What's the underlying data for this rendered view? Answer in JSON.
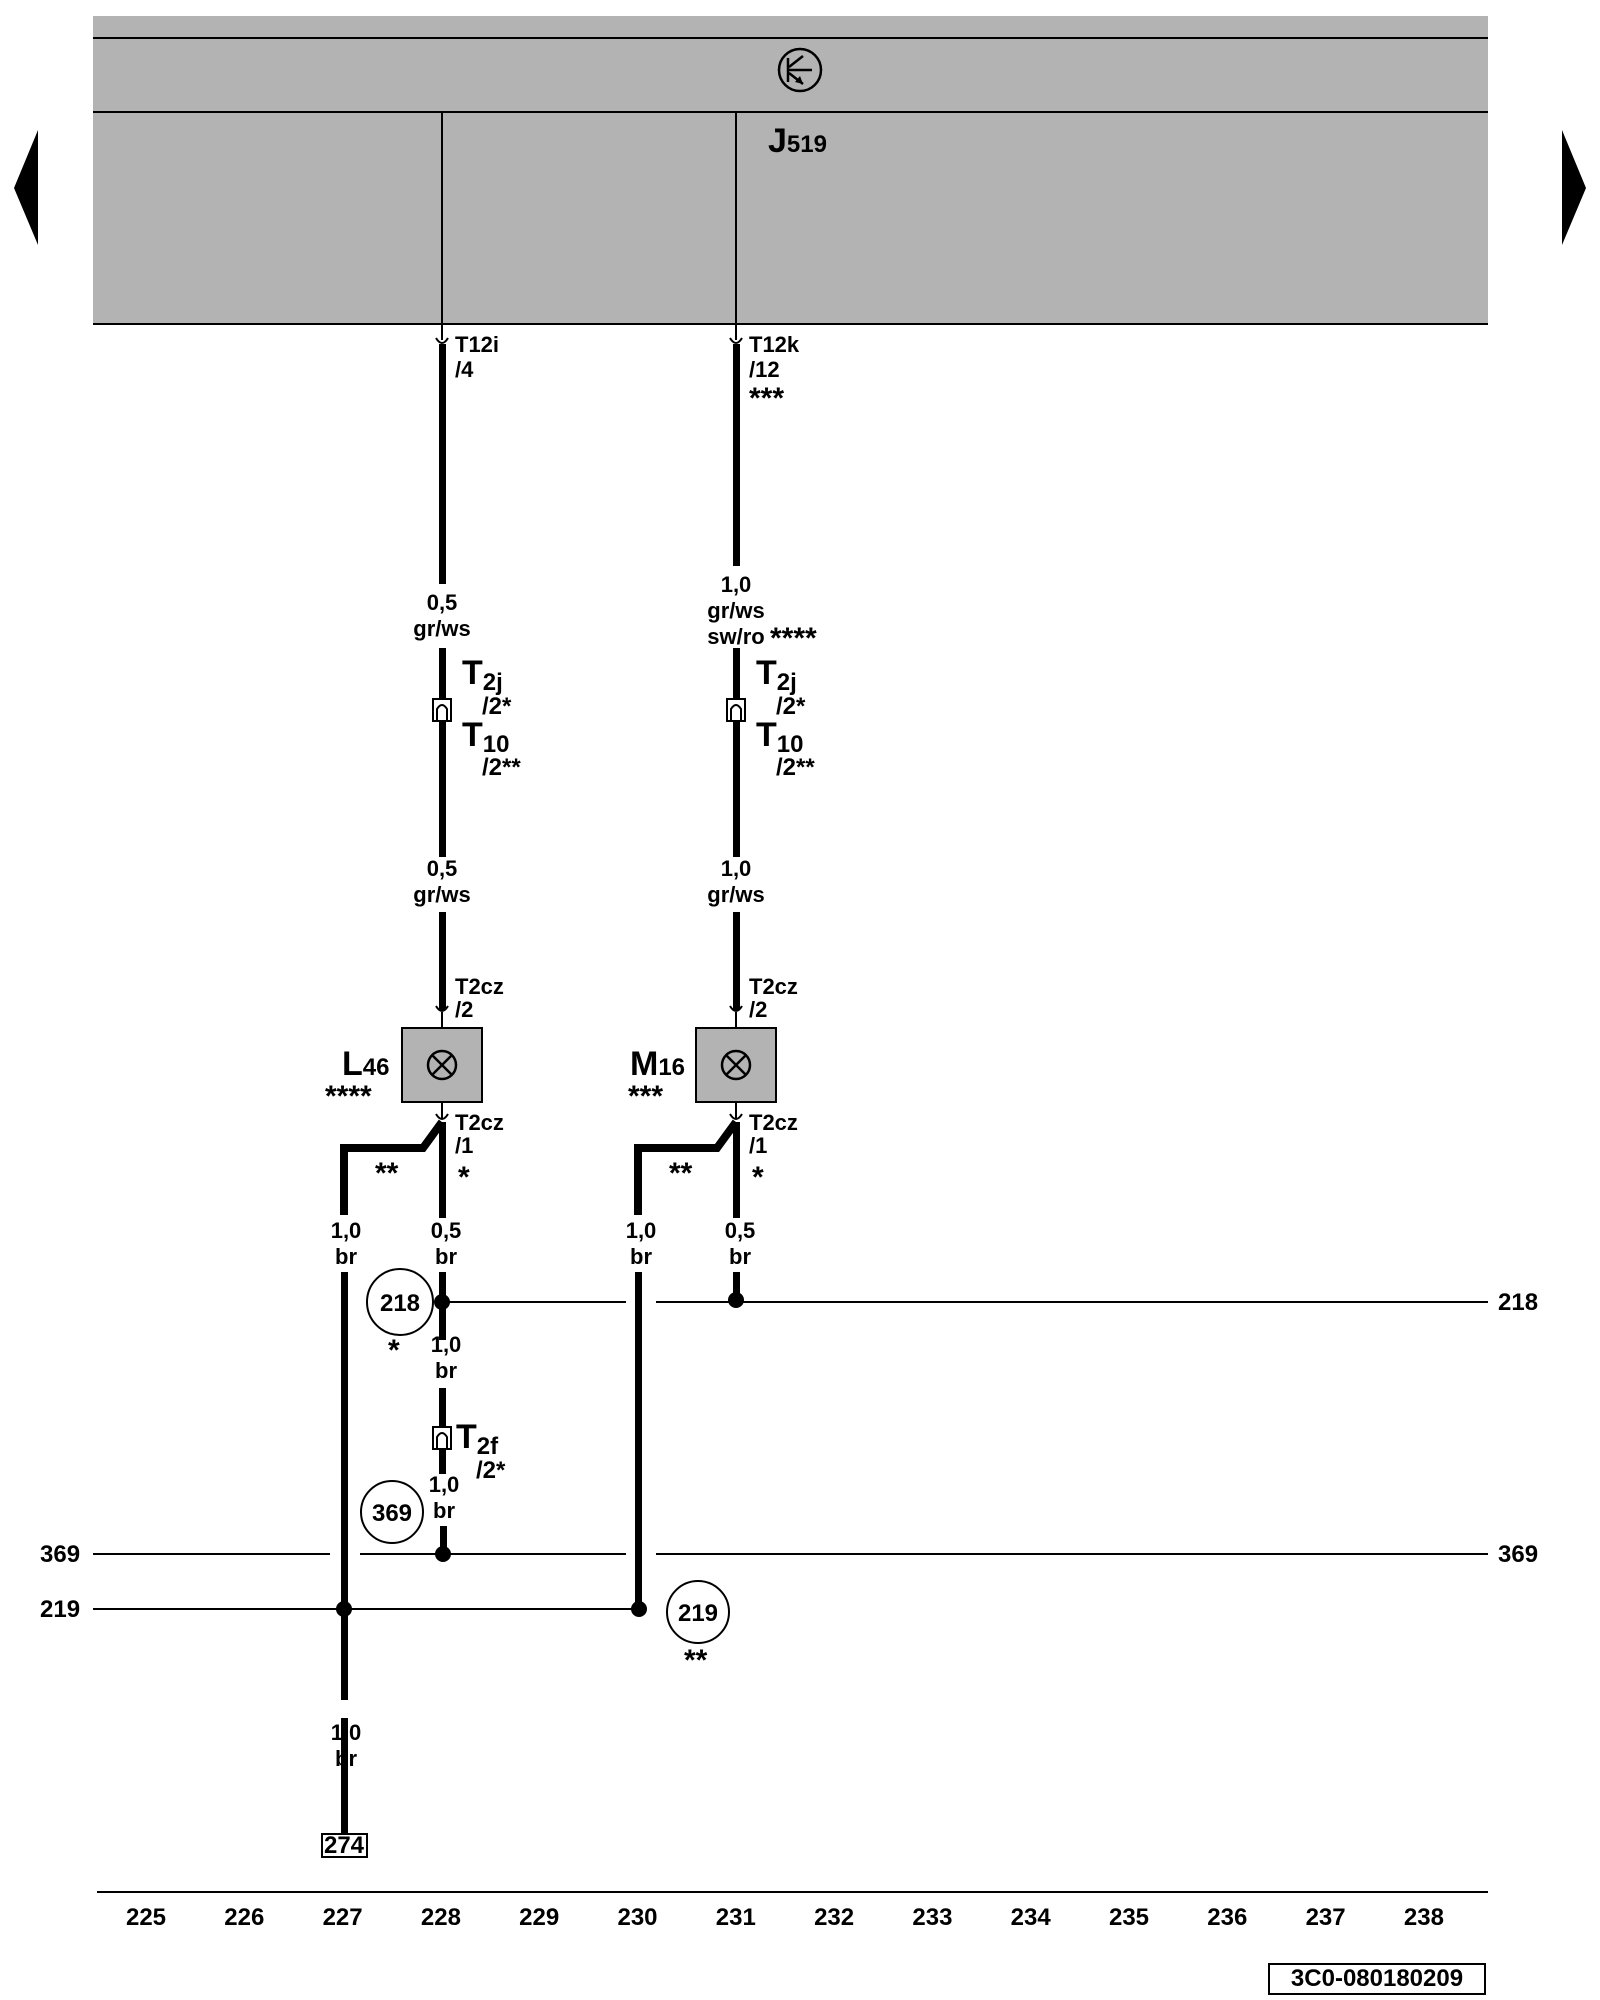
{
  "control_unit": {
    "name": "J",
    "subscript": "519"
  },
  "components": {
    "L46": {
      "name": "L",
      "subscript": "46",
      "stars": "****"
    },
    "M16": {
      "name": "M",
      "subscript": "16",
      "stars": "***"
    }
  },
  "connectors": {
    "t12i": {
      "name": "T12i",
      "pin": "/4"
    },
    "t12k": {
      "name": "T12k",
      "pin": "/12",
      "stars": "***"
    },
    "t2j_l": {
      "name": "T",
      "sub": "2j",
      "pin": "/2*"
    },
    "t10_l": {
      "name": "T",
      "sub": "10",
      "pin": "/2**"
    },
    "t2j_r": {
      "name": "T",
      "sub": "2j",
      "pin": "/2*"
    },
    "t10_r": {
      "name": "T",
      "sub": "10",
      "pin": "/2**"
    },
    "t2cz_top_l": {
      "name": "T2cz",
      "pin": "/2"
    },
    "t2cz_top_r": {
      "name": "T2cz",
      "pin": "/2"
    },
    "t2cz_bot_l": {
      "name": "T2cz",
      "pin": "/1",
      "stars": "*"
    },
    "t2cz_bot_r": {
      "name": "T2cz",
      "pin": "/1",
      "stars": "*"
    },
    "t2f": {
      "name": "T",
      "sub": "2f",
      "pin": "/2*"
    }
  },
  "wires": {
    "w_l1": {
      "size": "0,5",
      "color": "gr/ws"
    },
    "w_r1": {
      "size": "1,0",
      "color": "gr/ws",
      "color2": "sw/ro",
      "stars": "****"
    },
    "w_l2": {
      "size": "0,5",
      "color": "gr/ws"
    },
    "w_r2": {
      "size": "1,0",
      "color": "gr/ws"
    },
    "w_l_branch": {
      "size": "1,0",
      "color": "br",
      "stars": "**"
    },
    "w_l_main": {
      "size": "0,5",
      "color": "br"
    },
    "w_r_branch": {
      "size": "1,0",
      "color": "br",
      "stars": "**"
    },
    "w_r_main": {
      "size": "0,5",
      "color": "br"
    },
    "w_l3": {
      "size": "1,0",
      "color": "br"
    },
    "w_l4": {
      "size": "1,0",
      "color": "br"
    },
    "w_bottom": {
      "size": "1,0",
      "color": "br"
    }
  },
  "ground_points": {
    "c218": {
      "label": "218",
      "stars": "*"
    },
    "c369": {
      "label": "369"
    },
    "c219": {
      "label": "219",
      "stars": "**"
    },
    "box274": {
      "label": "274"
    }
  },
  "line_refs": {
    "r218_right": "218",
    "r369_left": "369",
    "r369_right": "369",
    "r219_left": "219"
  },
  "tracks": [
    "225",
    "226",
    "227",
    "228",
    "229",
    "230",
    "231",
    "232",
    "233",
    "234",
    "235",
    "236",
    "237",
    "238"
  ],
  "document_id": "3C0-080180209"
}
